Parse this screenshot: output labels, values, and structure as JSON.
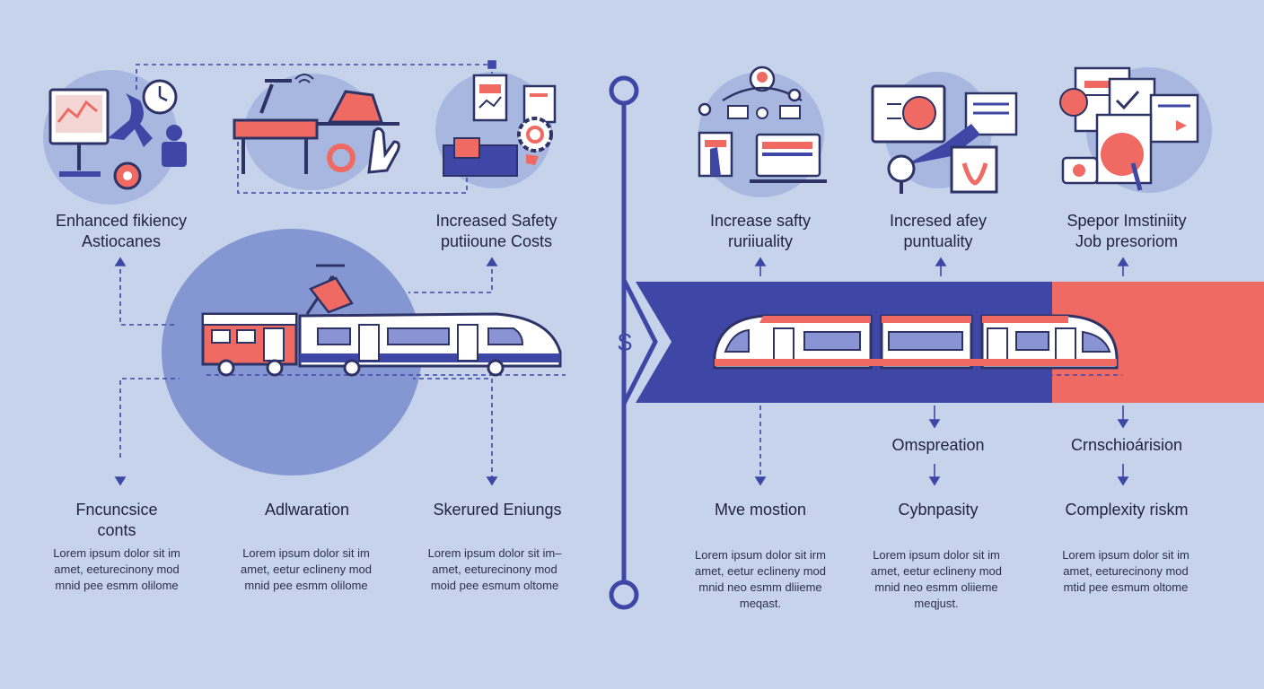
{
  "colors": {
    "background": "#c6d3ea",
    "navy": "#3f47a6",
    "coral": "#ee6a62",
    "blob": "#8fa1d6",
    "ink": "#1f2340"
  },
  "currency_symbol": "$",
  "top_left_labels": [
    {
      "line1": "Enhanced fikiency",
      "line2": "Astiocanes"
    },
    {
      "line1": "Increased Safety",
      "line2": "putiioune Costs"
    }
  ],
  "top_right_labels": [
    {
      "line1": "Increase safty",
      "line2": "ruriiuality"
    },
    {
      "line1": "Incresed afey",
      "line2": "puntuality"
    },
    {
      "line1": "Spepor Imstiniity",
      "line2": "Job presoriom"
    }
  ],
  "mid_right_labels": [
    "Omspreation",
    "Crnschioárision"
  ],
  "bottom_left": [
    {
      "title_line1": "Fncuncsice",
      "title_line2": "conts",
      "text": [
        "Lorem ipsum dolor sit im",
        "amet, eeturecinony mod",
        "mnid pee esmm olilome"
      ]
    },
    {
      "title_line1": "Adlwaration",
      "title_line2": "",
      "text": [
        "Lorem ipsum dolor sit im",
        "amet, eetur eclineny mod",
        "mnid pee esmm olilome"
      ]
    },
    {
      "title_line1": "Skerured Eniungs",
      "title_line2": "",
      "text": [
        "Lorem ipsum dolor sit im–",
        "amet, eeturecinony mod",
        "moid pee esmum oltome"
      ]
    }
  ],
  "bottom_right": [
    {
      "title": "Mve mostion",
      "text": [
        "Lorem ipsum dolor sit irm",
        "amet, eetur eclineny mod",
        "mnid neo esmm dliieme",
        "meqast."
      ]
    },
    {
      "title": "Cybnpasity",
      "text": [
        "Lorem ipsum dolor sit im",
        "amet, eetur eclineny mod",
        "mnid neo esmm oliieme",
        "meqjust."
      ]
    },
    {
      "title": "Complexity riskm",
      "text": [
        "Lorem ipsum dolor sit im",
        "amet, eeturecinony mod",
        "mtid pee esmum oltome"
      ]
    }
  ],
  "icons": [
    "dashboard-clock-icon",
    "robot-arm-helmet-icon",
    "documents-gear-icon",
    "network-laptop-icon",
    "monitor-target-icon",
    "documents-folder-icon",
    "tram-left-icon",
    "train-right-icon"
  ]
}
